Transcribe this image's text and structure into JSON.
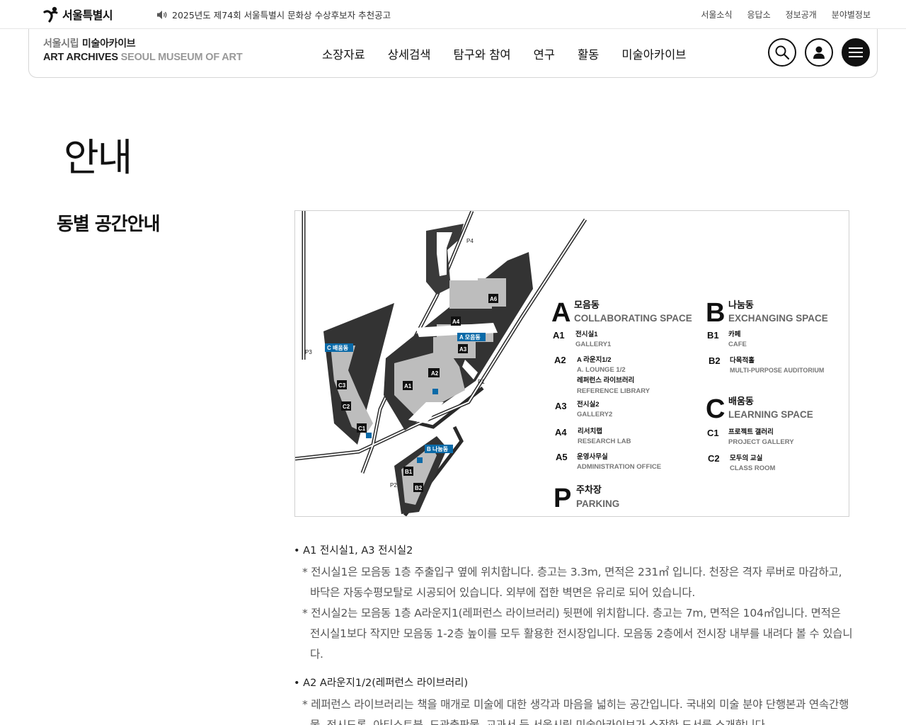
{
  "topbar": {
    "logo_text": "서울특별시",
    "notice": "2025년도 제74회 서울특별시 문화상 수상후보자 추천공고",
    "links": [
      "서울소식",
      "응답소",
      "정보공개",
      "분야별정보"
    ]
  },
  "header": {
    "logo_line1_a": "서울시립 ",
    "logo_line1_b": "미술아카이브",
    "logo_line2_a": "ART ARCHIVES ",
    "logo_line2_b": "SEOUL MUSEUM OF ART",
    "nav": [
      "소장자료",
      "상세검색",
      "탐구와 참여",
      "연구",
      "활동",
      "미술아카이브"
    ]
  },
  "page": {
    "title": "안내",
    "section_title": "동별 공간안내"
  },
  "map": {
    "labels": {
      "p1": "P1",
      "p2": "P2",
      "p3": "P3",
      "p4": "P4",
      "a_tag": "A 모음동",
      "b_tag": "B 나눔동",
      "c_tag": "C 배움동",
      "a1": "A1",
      "a2": "A2",
      "a3": "A3",
      "a4": "A4",
      "a6": "A6",
      "b1": "B1",
      "b2": "B2",
      "c1": "C1",
      "c2": "C2",
      "c3": "C3"
    },
    "legend": {
      "A": {
        "letter": "A",
        "ko": "모음동",
        "en": "COLLABORATING SPACE"
      },
      "B": {
        "letter": "B",
        "ko": "나눔동",
        "en": "EXCHANGING SPACE"
      },
      "C": {
        "letter": "C",
        "ko": "배움동",
        "en": "LEARNING SPACE"
      },
      "P": {
        "letter": "P",
        "ko": "주차장",
        "en": "PARKING"
      },
      "a_items": [
        {
          "code": "A1",
          "ko": "전시실1",
          "en": "GALLERY1"
        },
        {
          "code": "A2",
          "ko": "A 라운지1/2",
          "en": "A. LOUNGE 1/2",
          "ko2": "레퍼런스 라이브러리",
          "en2": "REFERENCE LIBRARY"
        },
        {
          "code": "A3",
          "ko": "전시실2",
          "en": "GALLERY2"
        },
        {
          "code": "A4",
          "ko": "리서치랩",
          "en": "RESEARCH LAB"
        },
        {
          "code": "A5",
          "ko": "운영사무실",
          "en": "ADMINISTRATION OFFICE"
        }
      ],
      "b_items": [
        {
          "code": "B1",
          "ko": "카페",
          "en": "CAFE"
        },
        {
          "code": "B2",
          "ko": "다목적홀",
          "en": "MULTI-PURPOSE AUDITORIUM"
        }
      ],
      "c_items": [
        {
          "code": "C1",
          "ko": "프로젝트 갤러리",
          "en": "PROJECT GALLERY"
        },
        {
          "code": "C2",
          "ko": "모두의 교실",
          "en": "CLASS ROOM"
        }
      ]
    }
  },
  "content": {
    "groups": [
      {
        "heading": "• A1 전시실1, A3 전시실2",
        "paras": [
          "* 전시실1은 모음동 1층 주출입구 옆에 위치합니다. 층고는 3.3m, 면적은 231㎡ 입니다. 천장은 격자 루버로 마감하고, 바닥은 자동수평모탈로 시공되어 있습니다. 외부에 접한 벽면은 유리로 되어 있습니다.",
          "* 전시실2는 모음동 1층 A라운지1(레퍼런스 라이브러리) 뒷편에 위치합니다. 층고는 7m, 면적은 104㎡입니다. 면적은 전시실1보다 작지만 모음동 1-2층 높이를 모두 활용한 전시장입니다. 모음동 2층에서 전시장 내부를 내려다 볼 수 있습니다."
        ]
      },
      {
        "heading": "• A2 A라운지1/2(레퍼런스 라이브러리)",
        "paras": [
          "* 레퍼런스 라이브러리는 책을 매개로 미술에 대한 생각과 마음을 넓히는 공간입니다. 국내외 미술 분야 단행본과 연속간행물, 전시도록, 아티스트북, 도관출판물, 교과서 등 서울시립 미술아카이브가 소장한 도서를 소개합니다."
        ]
      }
    ]
  }
}
